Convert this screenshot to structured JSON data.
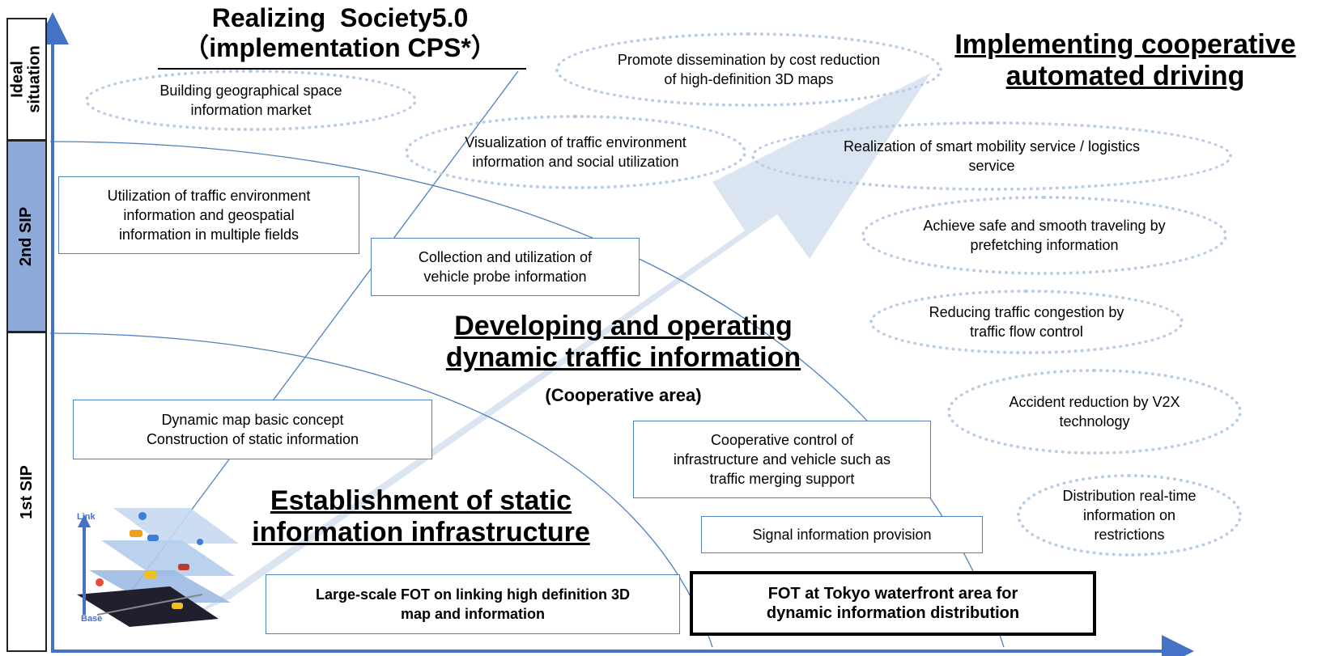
{
  "phases": [
    {
      "label": "Ideal\nsituation"
    },
    {
      "label": "2nd SIP"
    },
    {
      "label": "1st SIP"
    }
  ],
  "titles": {
    "society": "Realizing  Society5.0\n（implementation CPS*）",
    "cooperative": "Implementing cooperative\nautomated driving",
    "dynamic": "Developing and operating\ndynamic traffic information",
    "dynamic_sub": "(Cooperative area)",
    "static": "Establishment of static\ninformation infrastructure"
  },
  "boxes": {
    "utilization_multiple_fields": "Utilization of traffic environment\ninformation and geospatial\ninformation in multiple fields",
    "probe": "Collection and utilization of\nvehicle probe information",
    "dynamic_map": "Dynamic map basic concept\nConstruction of static information",
    "cooperative_control": "Cooperative control of\ninfrastructure and vehicle such as\ntraffic merging support",
    "signal": "Signal information provision",
    "large_scale_fot": "Large-scale FOT on linking high definition 3D\nmap and information",
    "tokyo_fot": "FOT at Tokyo waterfront area for\ndynamic information distribution"
  },
  "ovals": {
    "geo_market": "Building geographical space\ninformation market",
    "dissemination": "Promote dissemination by cost reduction\nof high-definition 3D maps",
    "visualization": "Visualization of traffic environment\ninformation and social utilization",
    "smart_mobility": "Realization of smart mobility service / logistics\nservice",
    "safe_smooth": "Achieve safe and smooth traveling by\nprefetching information",
    "congestion": "Reducing traffic congestion by\ntraffic flow control",
    "accident": "Accident reduction by V2X\ntechnology",
    "distribution": "Distribution real-time\ninformation on\nrestrictions"
  },
  "map_illustration": {
    "link_label": "Link",
    "base_label": "Base"
  },
  "colors": {
    "axis": "#4472c4",
    "phase_fill": "#8eaadb",
    "arrow": "#dbe5f1",
    "box_border": "#4f81bd",
    "oval_dots": "#b8cce4"
  }
}
